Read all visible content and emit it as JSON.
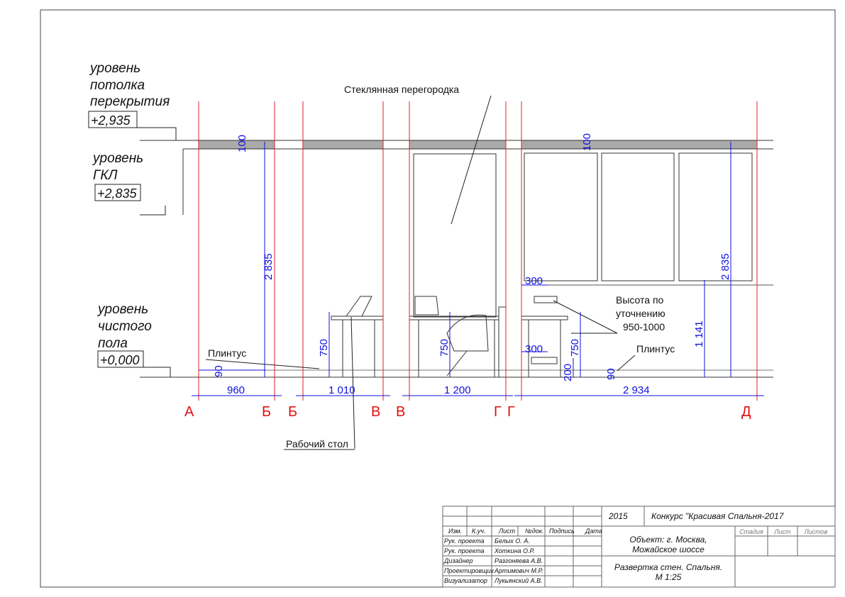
{
  "levels": [
    {
      "label_lines": [
        "уровень",
        "потолка",
        "перекрытия"
      ],
      "value": "+2,935"
    },
    {
      "label_lines": [
        "уровень",
        "ГКЛ"
      ],
      "value": "+2,835"
    },
    {
      "label_lines": [
        "уровень",
        "чистого",
        "пола"
      ],
      "value": "+0,000"
    }
  ],
  "annotations": {
    "glass_partition": "Стеклянная перегородка",
    "height_note": [
      "Высота по",
      "уточнению",
      "950-1000"
    ],
    "plinth_left": "Плинтус",
    "plinth_right": "Плинтус",
    "desk": "Рабочий стол"
  },
  "dimensions": {
    "bottom": [
      "960",
      "1 010",
      "1 200",
      "2 934"
    ],
    "gkl_left": "100",
    "gkl_right": "100",
    "height_left": "2 835",
    "height_right": "2 835",
    "desk1": "750",
    "desk2": "750",
    "desk3": "750",
    "plinth1": "90",
    "plinth2": "90",
    "socket_top": "300",
    "socket_bottom": "300",
    "socket_height": "200",
    "window_sill": "1 141"
  },
  "axes": [
    "А",
    "Б",
    "Б",
    "В",
    "В",
    "Г",
    "Г",
    "Д"
  ],
  "title_block": {
    "headers": [
      "Изм.",
      "К.уч.",
      "Лист",
      "№док.",
      "Подпись",
      "Дата"
    ],
    "roles": [
      {
        "role": "Рук. проекта",
        "name": "Белых О. А."
      },
      {
        "role": "Рук. проекта",
        "name": "Хоткина О.Р."
      },
      {
        "role": "Дизайнер",
        "name": "Разгоняева А.В."
      },
      {
        "role": "Проектировщик",
        "name": "Артимович М.Р."
      },
      {
        "role": "Визуализатор",
        "name": "Лукьянский А.В."
      }
    ],
    "year": "2015",
    "contest": "Конкурс \"Красивая Спальня-2017",
    "object": [
      "Объект: г. Москва,",
      "Можайское шоссе"
    ],
    "stage_headers": [
      "Стадия",
      "Лист",
      "Листов"
    ],
    "sheet_title": [
      "Развертка стен. Спальня.",
      "М 1:25"
    ]
  }
}
